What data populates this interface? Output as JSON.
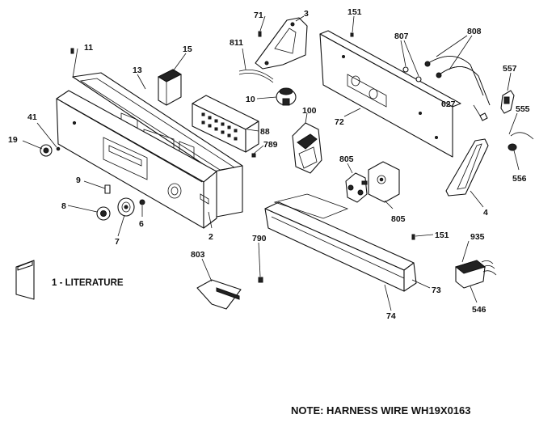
{
  "labels": {
    "p71": "71",
    "p3": "3",
    "p151a": "151",
    "p807": "807",
    "p808": "808",
    "p811": "811",
    "p11": "11",
    "p15": "15",
    "p13": "13",
    "p557": "557",
    "p10": "10",
    "p100": "100",
    "p627": "627",
    "p555": "555",
    "p41": "41",
    "p72": "72",
    "p88": "88",
    "p19": "19",
    "p789": "789",
    "p556": "556",
    "p805a": "805",
    "p805b": "805",
    "p4": "4",
    "p9": "9",
    "p8": "8",
    "p6": "6",
    "p7": "7",
    "p2": "2",
    "p151b": "151",
    "p935": "935",
    "p790": "790",
    "p803": "803",
    "p73": "73",
    "p546": "546",
    "p74": "74"
  },
  "literature_label": "1 - LITERATURE",
  "note": "NOTE: HARNESS WIRE WH19X0163"
}
